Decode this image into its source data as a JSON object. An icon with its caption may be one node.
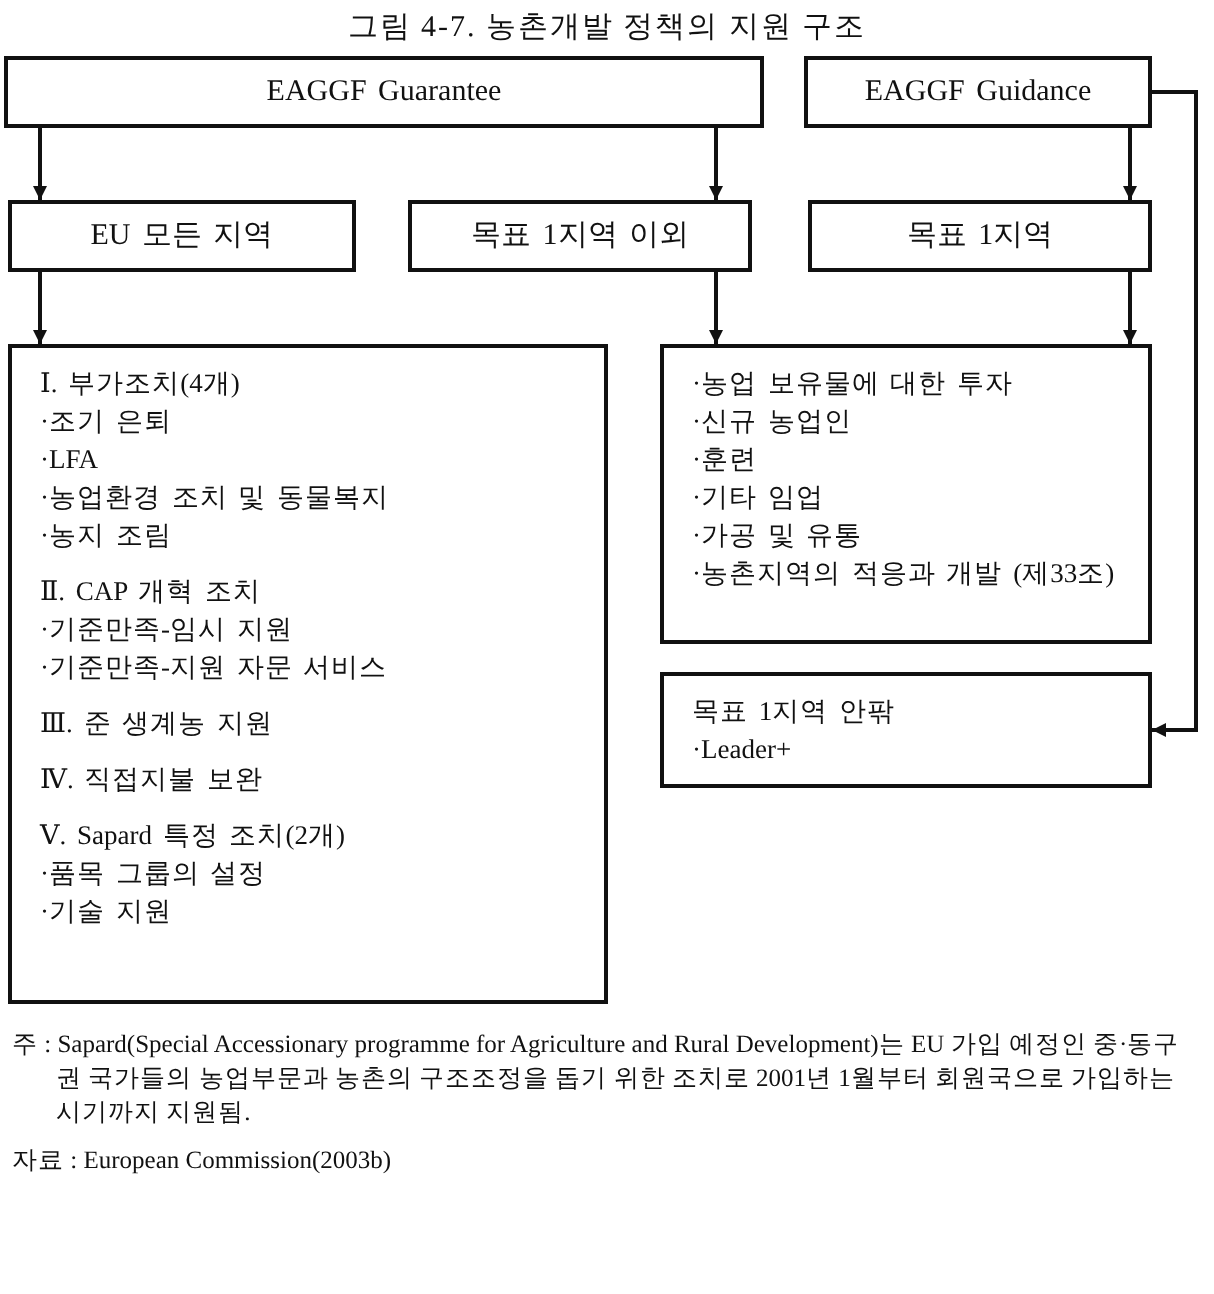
{
  "diagram": {
    "title": "그림 4-7. 농촌개발 정책의 지원 구조",
    "nodes": [
      {
        "text": [
          "EAGGF Guarantee"
        ]
      },
      {
        "text": [
          "EAGGF Guidance"
        ]
      },
      {
        "text": [
          "EU 모든 지역"
        ]
      },
      {
        "text": [
          "목표 1지역 이외"
        ]
      },
      {
        "text": [
          "목표 1지역"
        ]
      },
      {
        "text": [
          "Ⅰ. 부가조치(4개)",
          "·조기 은퇴",
          "·LFA",
          "·농업환경 조치 및 동물복지",
          "·농지 조림",
          "Ⅱ. CAP 개혁 조치",
          "·기준만족-임시 지원",
          "·기준만족-지원 자문 서비스",
          "Ⅲ. 준 생계농 지원",
          "Ⅳ. 직접지불 보완",
          "Ⅴ. Sapard 특정 조치(2개)",
          "·품목 그룹의 설정",
          "·기술 지원"
        ]
      },
      {
        "text": [
          "·농업 보유물에 대한 투자",
          "·신규 농업인",
          "·훈련",
          "·기타 임업",
          "·가공 및 유통",
          "·농촌지역의 적응과 개발 (제33조)"
        ]
      },
      {
        "text": [
          "목표 1지역 안팎",
          "·Leader+"
        ]
      }
    ],
    "edges": [
      {
        "from": 0,
        "to": 2,
        "arrow": "to"
      },
      {
        "from": 0,
        "to": 3,
        "arrow": "to"
      },
      {
        "from": 1,
        "to": 4,
        "arrow": "to"
      },
      {
        "from": 2,
        "to": 5,
        "arrow": "to"
      },
      {
        "from": 3,
        "to": 6,
        "arrow": "to"
      },
      {
        "from": 4,
        "to": 6,
        "arrow": "to"
      },
      {
        "from": 1,
        "to": 7,
        "arrow": "to"
      }
    ],
    "labels": [
      "주 : Sapard(Special Accessionary programme for Agriculture and Rural Development)는 EU 가입 예정인 중·동구권 국가들의 농업부문과 농촌의 구조조정을 돕기 위한 조치로 2001년 1월부터 회원국으로 가입하는 시기까지 지원됨.",
      "자료 : European Commission(2003b)"
    ]
  }
}
